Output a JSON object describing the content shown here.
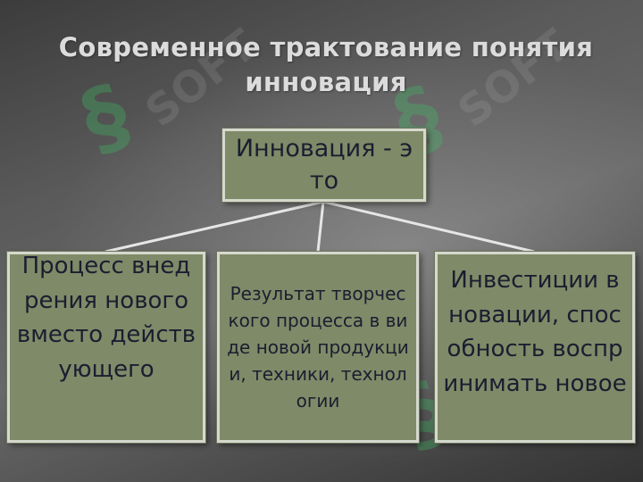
{
  "slide": {
    "title_line1": "Современное трактование понятия",
    "title_line2": "инновация"
  },
  "diagram": {
    "root": {
      "text": "Инновация - это"
    },
    "children": [
      {
        "text": "Процесс внедрения нового вместо действующего"
      },
      {
        "text": "Результат творческого процесса в виде новой продукции, техники, технологии"
      },
      {
        "text": "Инвестиции в новации, способность воспринимать новое"
      }
    ]
  },
  "colors": {
    "box_fill": "#7f8a68",
    "box_border": "#d5d9cd",
    "box_text": "#1a1e30",
    "connector": "#e6e6e6",
    "title_text": "#dcdcdc"
  }
}
